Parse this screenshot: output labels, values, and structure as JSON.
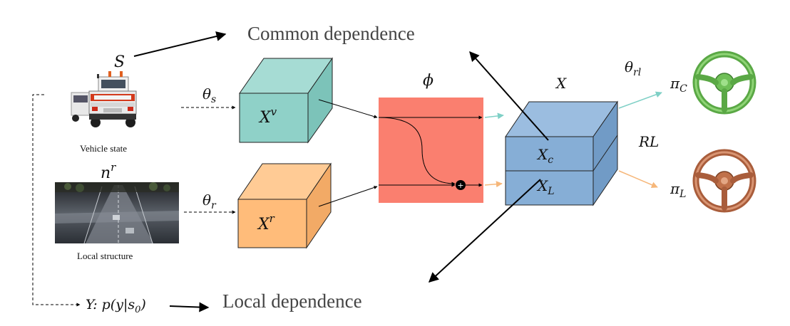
{
  "titles": {
    "common": "Common dependence",
    "local": "Local dependence"
  },
  "inputs": {
    "vehicle_symbol": "S",
    "vehicle_caption": "Vehicle state",
    "structure_symbol_base": "n",
    "structure_symbol_sup": "r",
    "structure_caption": "Local structure"
  },
  "params": {
    "theta_s_base": "θ",
    "theta_s_sub": "s",
    "theta_r_base": "θ",
    "theta_r_sub": "r",
    "theta_rl_base": "θ",
    "theta_rl_sub": "rl",
    "phi": "ϕ",
    "rl": "RL"
  },
  "blocks": {
    "xv_base": "X",
    "xv_sup": "v",
    "xr_base": "X",
    "xr_sup": "r",
    "x_label": "X",
    "xc_base": "X",
    "xc_sub": "c",
    "xl_base": "X",
    "xl_sub": "L"
  },
  "outputs": {
    "pi_c_base": "π",
    "pi_c_sub": "C",
    "pi_l_base": "π",
    "pi_l_sub": "L"
  },
  "target": {
    "y_label": "Y: p(y|s",
    "y_sub": "0",
    "y_close": ")"
  },
  "colors": {
    "teal_front": "#8fd1c8",
    "teal_top": "#a6dcd4",
    "teal_side": "#7cc3b9",
    "orange_front": "#ffbc7a",
    "orange_top": "#ffcb95",
    "orange_side": "#f2aa66",
    "salmon": "#fa7f6f",
    "blue_front": "#86aed6",
    "blue_top": "#9bbde0",
    "blue_side": "#719bc6",
    "green_wheel": "#6fbf57",
    "copper_wheel": "#c0714a",
    "teal_arrow": "#7fd0c6",
    "orange_arrow": "#f6b77a"
  }
}
